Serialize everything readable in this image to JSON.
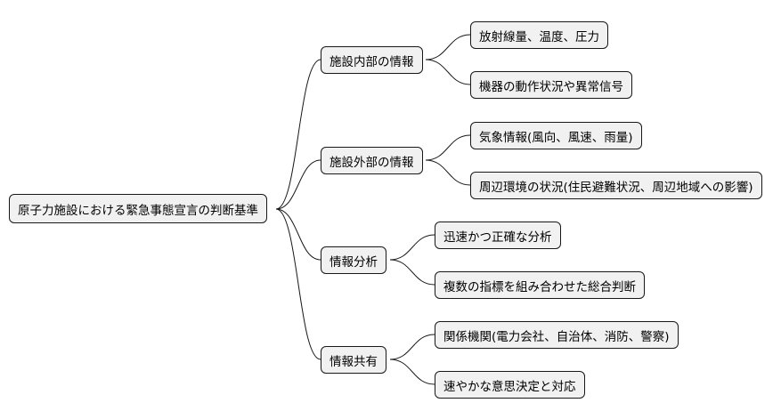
{
  "mindmap": {
    "root": "原子力施設における緊急事態宣言の判断基準",
    "branches": [
      {
        "label": "施設内部の情報",
        "children": [
          "放射線量、温度、圧力",
          "機器の動作状況や異常信号"
        ]
      },
      {
        "label": "施設外部の情報",
        "children": [
          "気象情報(風向、風速、雨量)",
          "周辺環境の状況(住民避難状況、周辺地域への影響)"
        ]
      },
      {
        "label": "情報分析",
        "children": [
          "迅速かつ正確な分析",
          "複数の指標を組み合わせた総合判断"
        ]
      },
      {
        "label": "情報共有",
        "children": [
          "関係機関(電力会社、自治体、消防、警察)",
          "速やかな意思決定と対応"
        ]
      }
    ]
  },
  "colors": {
    "node_fill": "#f1f1f1",
    "node_border": "#181818",
    "edge": "#181818",
    "text": "#000000"
  }
}
